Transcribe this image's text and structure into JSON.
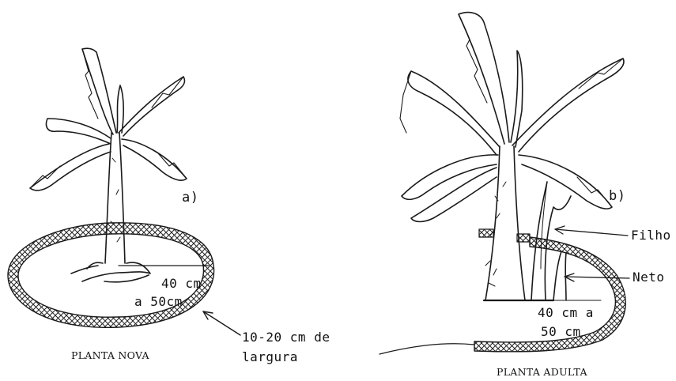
{
  "panel_a": {
    "letter": "a)",
    "dimension_line1": "40 cm",
    "dimension_line2": "a 50cm",
    "width_note_line1": "10-20 cm de",
    "width_note_line2": "largura",
    "caption": "PLANTA NOVA"
  },
  "panel_b": {
    "letter": "b)",
    "label_filho": "Filho",
    "label_neto": "Neto",
    "dimension_line1": "40 cm a",
    "dimension_line2": "50 cm",
    "caption": "PLANTA ADULTA"
  }
}
